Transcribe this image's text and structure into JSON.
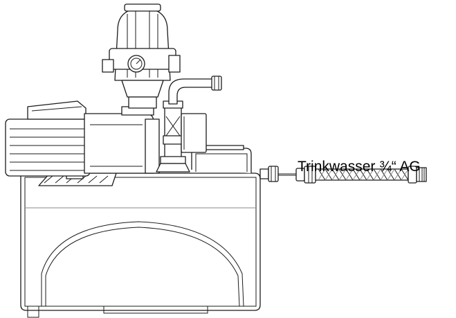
{
  "diagram": {
    "label": "Trinkwasser ¾“ AG",
    "components": {
      "tank": "water-tank",
      "pump": "jet-pump",
      "motor": "electric-motor",
      "controller": "pressure-controller",
      "gauge": "pressure-gauge",
      "valve": "check-valve",
      "hose": "braided-hose",
      "connector": "tank-inlet-connector"
    },
    "colors": {
      "line": "#1a1a1a",
      "fill": "#ffffff",
      "accent": "#d8d8d8"
    }
  }
}
